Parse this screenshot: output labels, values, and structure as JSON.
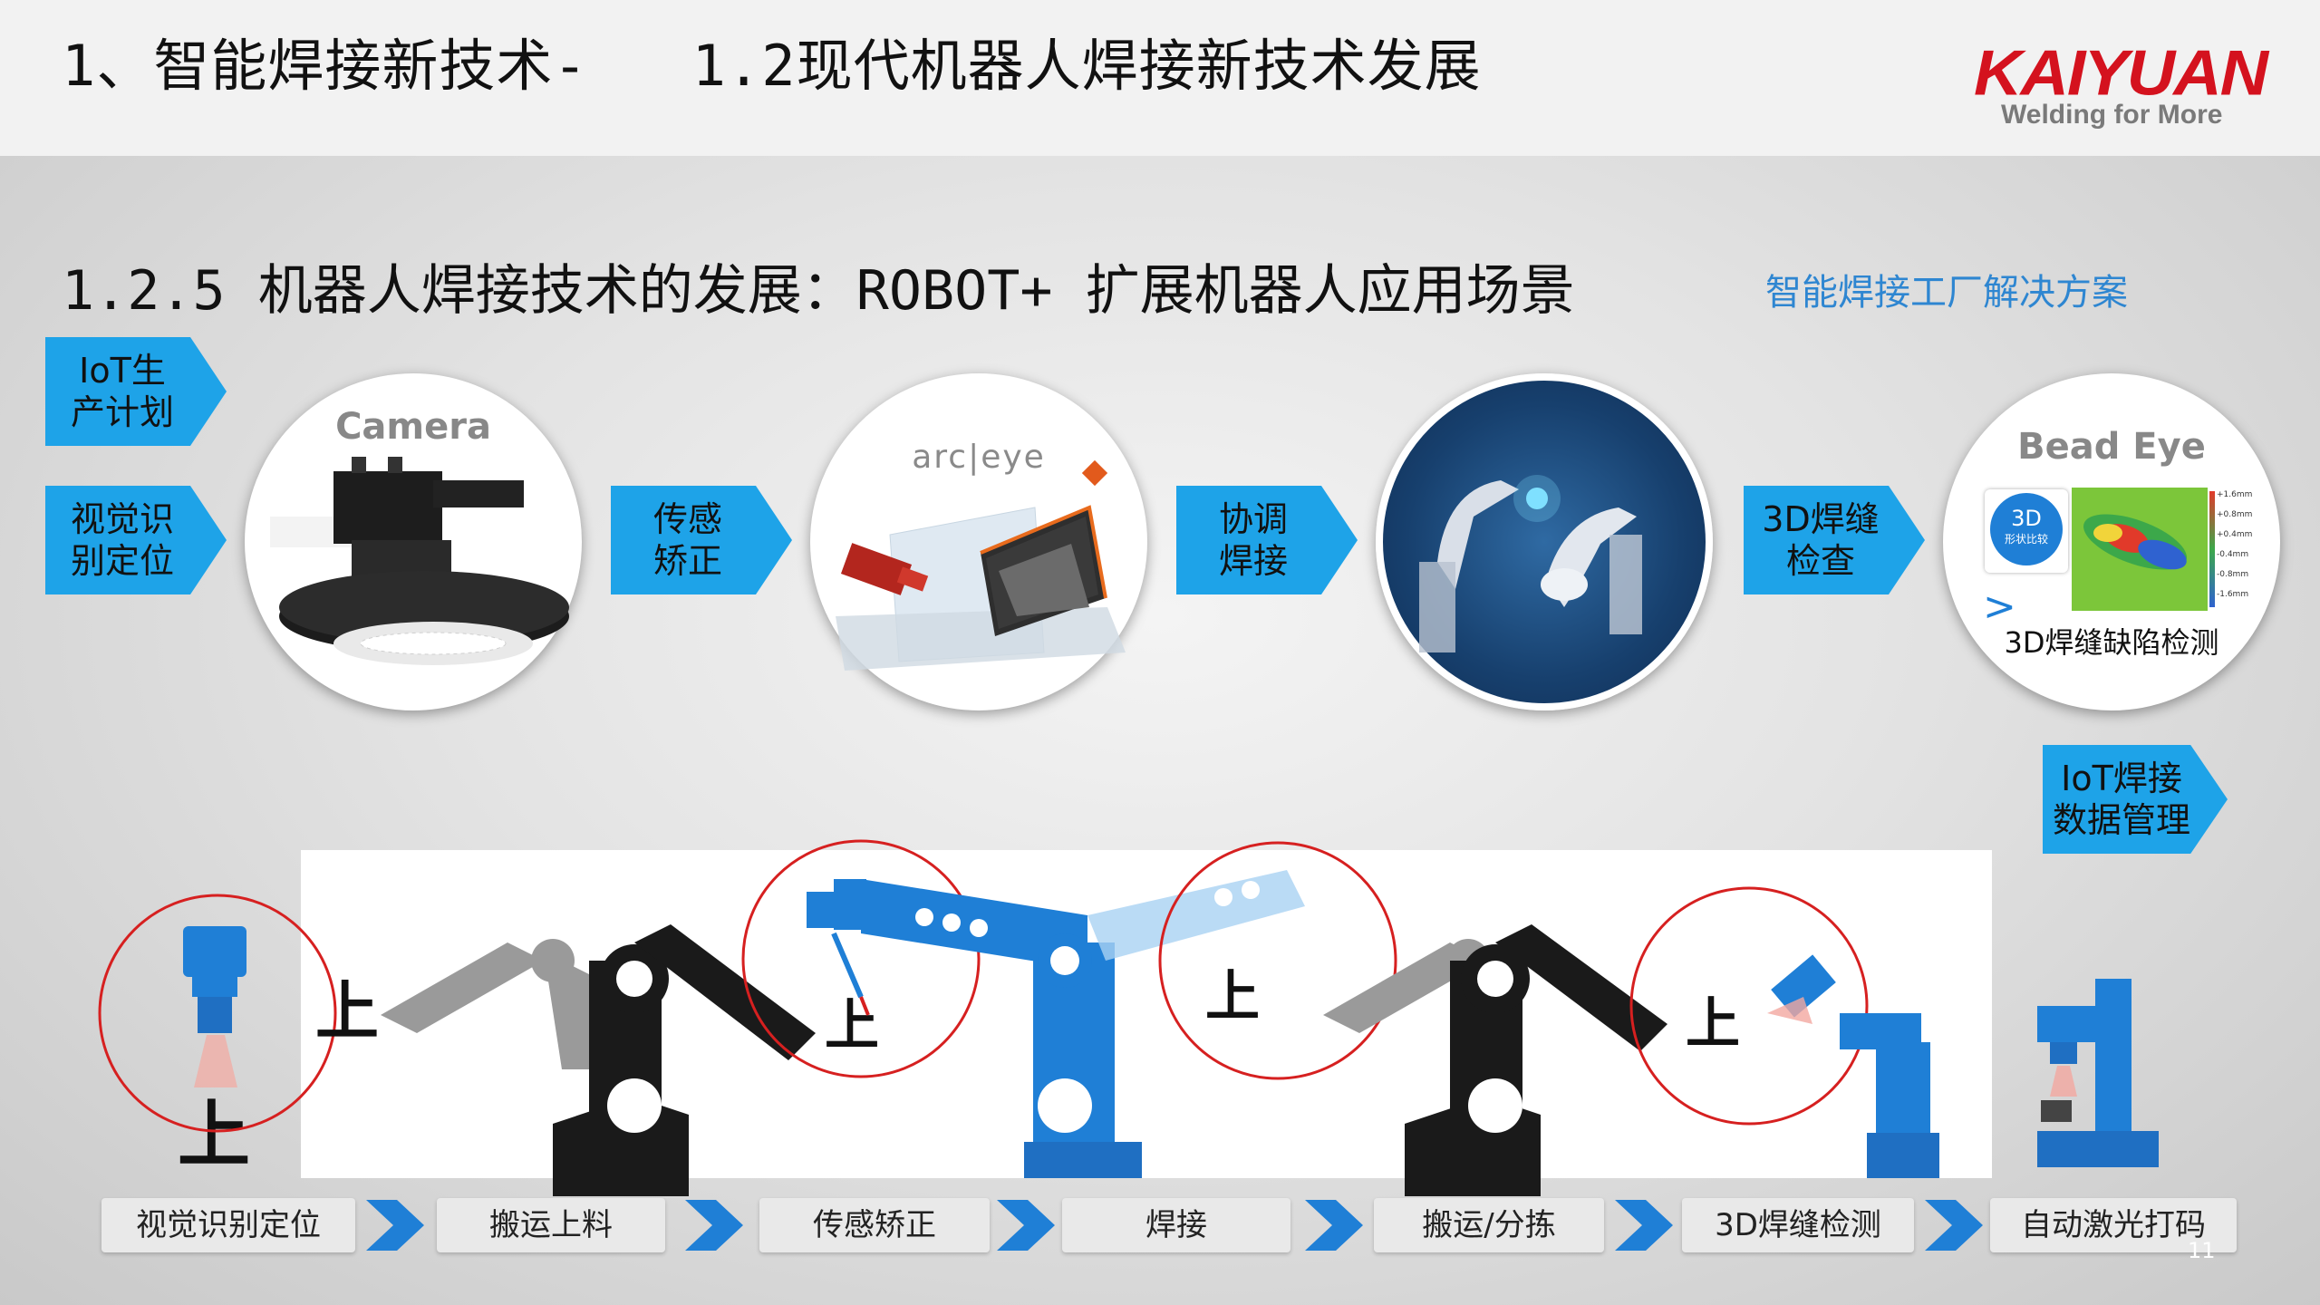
{
  "header": {
    "title": "1、智能焊接新技术-   1.2现代机器人焊接新技术发展",
    "logo_word": "KAIYUAN",
    "logo_tagline": "Welding for More"
  },
  "section": {
    "title": "1.2.5 机器人焊接技术的发展：ROBOT+ 扩展机器人应用场景",
    "solution_link": "智能焊接工厂解决方案"
  },
  "flow_arrows": [
    {
      "label": "IoT生\n产计划"
    },
    {
      "label": "视觉识\n别定位"
    },
    {
      "label": "传感\n矫正"
    },
    {
      "label": "协调\n焊接"
    },
    {
      "label": "3D焊缝\n检查"
    },
    {
      "label": "IoT焊接\n数据管理"
    }
  ],
  "circles": {
    "camera_label": "Camera",
    "arceye_label": "arc|eye",
    "beadeye_label": "Bead Eye",
    "beadeye_badge_top": "3D",
    "beadeye_badge_bottom": "形状比较",
    "beadeye_scale": [
      "+1.6mm",
      "+0.8mm",
      "+0.4mm",
      "-0.4mm",
      "-0.8mm",
      "-1.6mm"
    ],
    "beadeye_caption": "3D焊缝缺陷检测"
  },
  "steps": [
    "视觉识别定位",
    "搬运上料",
    "传感矫正",
    "焊接",
    "搬运/分拣",
    "3D焊缝检测",
    "自动激光打码"
  ],
  "diagram": {
    "part_glyph": "上"
  },
  "colors": {
    "accent_blue": "#1ea3e8",
    "robot_blue": "#1f6fc2",
    "brand_red": "#d4121e",
    "highlight_red": "#d62020",
    "link_blue": "#2e86d1"
  },
  "page_number": "11"
}
